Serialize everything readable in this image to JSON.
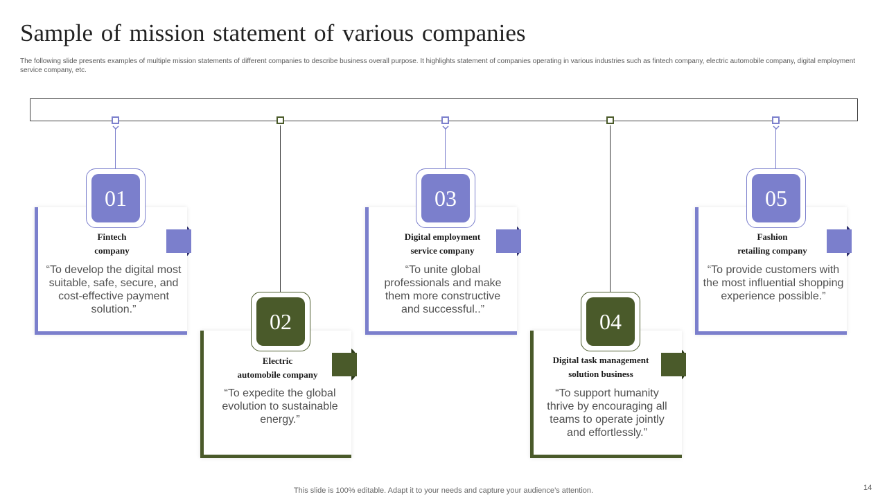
{
  "slide": {
    "title": "Sample of mission statement of various companies",
    "subtitle": "The following slide presents examples of multiple mission statements of different companies to describe business overall purpose. It highlights statement of companies operating in various industries such as fintech company, electric automobile company, digital employment service company, etc.",
    "footer": "This slide is 100% editable. Adapt it to your needs and capture your audience’s attention.",
    "page_number": "14"
  },
  "colors": {
    "purple": "#7b7fcc",
    "green": "#4a5a2a"
  },
  "cards": [
    {
      "number": "01",
      "title_lines": [
        "Fintech",
        "company"
      ],
      "text": "“To develop the digital most suitable, safe, secure, and cost-effective payment solution.”",
      "color": "purple"
    },
    {
      "number": "02",
      "title_lines": [
        "Electric",
        "automobile company"
      ],
      "text": "“To expedite the global evolution to sustainable energy.”",
      "color": "green"
    },
    {
      "number": "03",
      "title_lines": [
        "Digital employment",
        "service company"
      ],
      "text": "“To unite global professionals and make them more constructive and successful..”",
      "color": "purple"
    },
    {
      "number": "04",
      "title_lines": [
        "Digital task management",
        "solution business"
      ],
      "text": "“To support humanity thrive by encouraging all teams to operate jointly and effortlessly.”",
      "color": "green"
    },
    {
      "number": "05",
      "title_lines": [
        "Fashion",
        "retailing  company"
      ],
      "text": "“To provide customers with the most influential shopping experience possible.”",
      "color": "purple"
    }
  ]
}
